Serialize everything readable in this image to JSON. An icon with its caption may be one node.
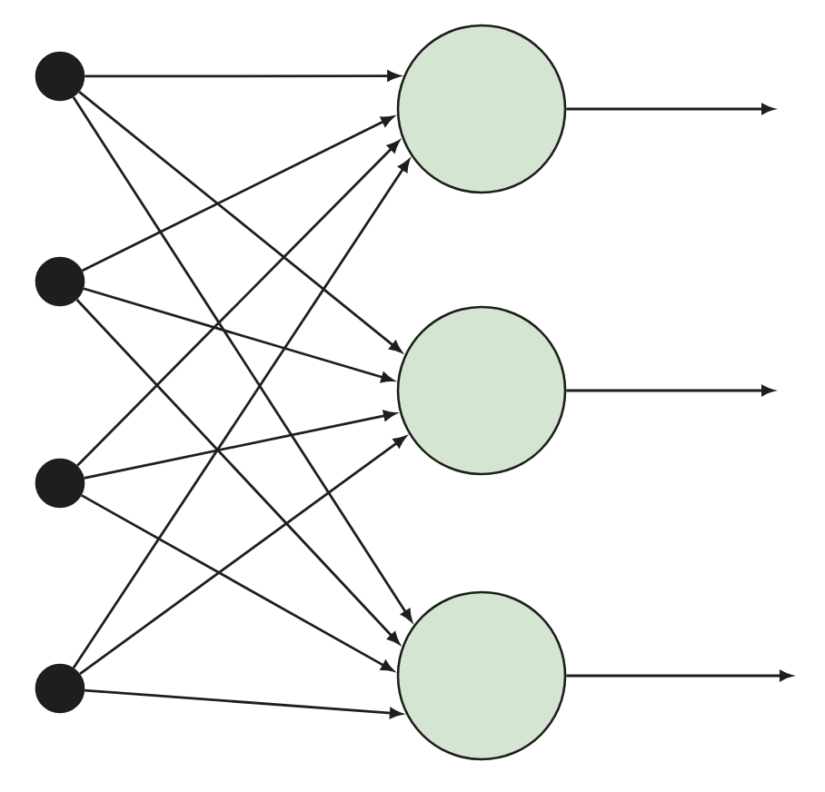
{
  "diagram": {
    "nodes": [
      {
        "text": [],
        "shape": "circle"
      },
      {
        "text": [],
        "shape": "circle"
      },
      {
        "text": [],
        "shape": "circle"
      },
      {
        "text": [],
        "shape": "circle"
      },
      {
        "text": [],
        "shape": "circle"
      },
      {
        "text": [],
        "shape": "circle"
      },
      {
        "text": [],
        "shape": "circle"
      }
    ],
    "edges": [
      {
        "from": 0,
        "to": 4,
        "arrow": "to"
      },
      {
        "from": 0,
        "to": 5,
        "arrow": "to"
      },
      {
        "from": 0,
        "to": 6,
        "arrow": "to"
      },
      {
        "from": 1,
        "to": 4,
        "arrow": "to"
      },
      {
        "from": 1,
        "to": 5,
        "arrow": "to"
      },
      {
        "from": 1,
        "to": 6,
        "arrow": "to"
      },
      {
        "from": 2,
        "to": 4,
        "arrow": "to"
      },
      {
        "from": 2,
        "to": 5,
        "arrow": "to"
      },
      {
        "from": 2,
        "to": 6,
        "arrow": "to"
      },
      {
        "from": 3,
        "to": 4,
        "arrow": "to"
      },
      {
        "from": 3,
        "to": 5,
        "arrow": "to"
      },
      {
        "from": 3,
        "to": 6,
        "arrow": "to"
      },
      {
        "from": 4,
        "to": null,
        "arrow": "to"
      },
      {
        "from": 5,
        "to": null,
        "arrow": "to"
      },
      {
        "from": 6,
        "to": null,
        "arrow": "to"
      }
    ]
  }
}
